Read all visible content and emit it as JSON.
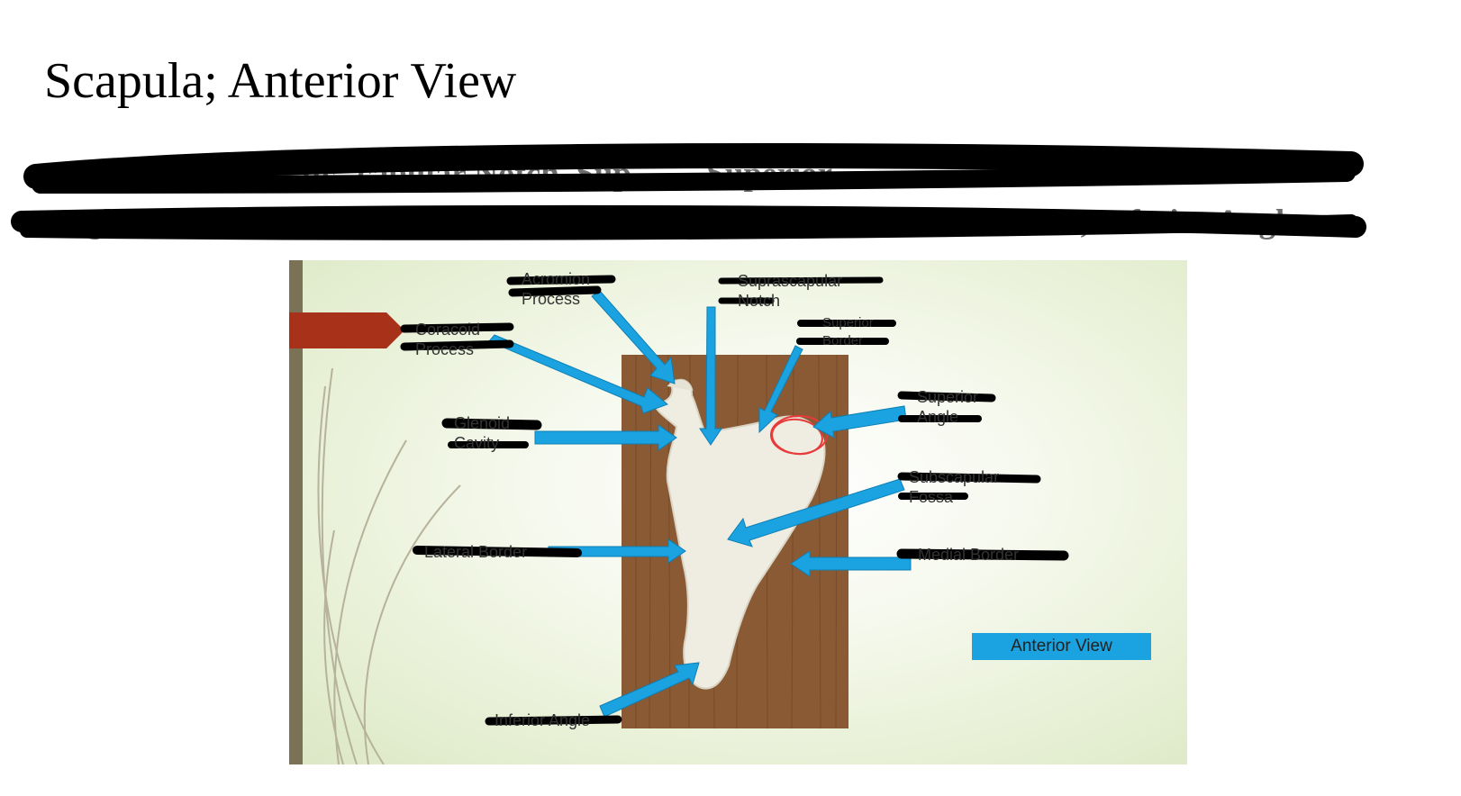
{
  "page": {
    "title": "Scapula; Anterior View",
    "redacted_lines": [
      "A... ...n Process, ...pr...capular Notch, Sup... ..., Superior",
      "Angle, Glenoid Cavity, S...scapular Fossa, Medial Border, Lateral Border, Inferior Angle"
    ]
  },
  "slide": {
    "labels": {
      "acromion": "Acromion Process",
      "coracoid": "Coracoid Process",
      "glenoid": "Glenoid Cavity",
      "lateral_border": "Lateral Border",
      "inferior_angle": "Inferior Angle",
      "suprascapular_notch": "Suprascapular Notch",
      "superior_border": "Superior Border",
      "superior_angle": "Superior Angle",
      "subscapular_fossa": "Subscapular Fossa",
      "medial_border": "Medial Border"
    },
    "view_badge": "Anterior View"
  },
  "colors": {
    "arrow": "#1aa3e0",
    "accent_tab": "#a8311a",
    "side_bar": "#7b7256",
    "wood": "#8a5a34",
    "bone": "#efece2",
    "highlight_circle": "#e83a3a",
    "scribble": "#000000"
  }
}
